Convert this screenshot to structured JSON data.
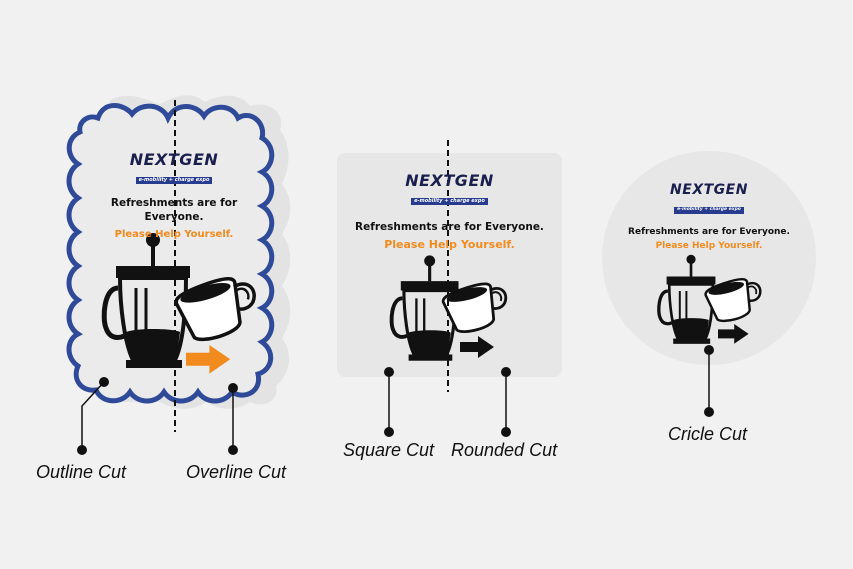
{
  "brand": {
    "name": "NEXTGEN",
    "tagline": "e-mobility + charge expo"
  },
  "sign": {
    "headline_line1": "Refreshments are for",
    "headline_line2": "Everyone.",
    "headline_full": "Refreshments are for Everyone.",
    "subline": "Please Help Yourself."
  },
  "labels": {
    "outline_cut": "Outline Cut",
    "overline_cut": "Overline Cut",
    "square_cut": "Square Cut",
    "rounded_cut": "Rounded Cut",
    "circle_cut": "Cricle Cut"
  },
  "colors": {
    "background": "#f1f1f1",
    "card_fill": "#e9e9e9",
    "outline_stroke": "#2e4a98",
    "brand_navy": "#1b1f4d",
    "brand_tag": "#283c8f",
    "accent_orange": "#f28b1e",
    "ink": "#111111"
  },
  "icons": [
    "french-press-icon",
    "coffee-cup-icon",
    "arrow-right-icon"
  ]
}
